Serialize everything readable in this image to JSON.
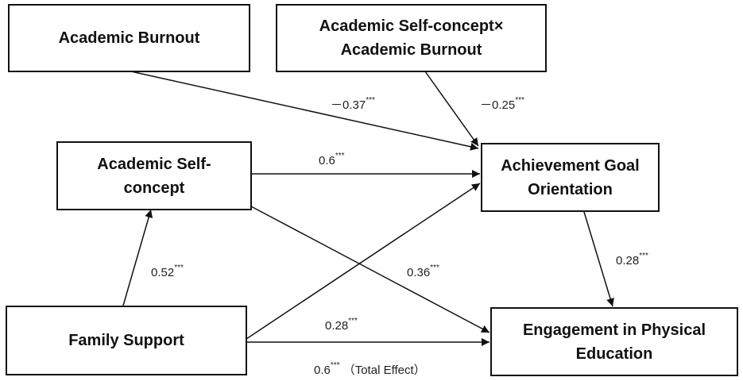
{
  "nodes": {
    "burnout": {
      "lines": [
        "Academic Burnout"
      ]
    },
    "interaction": {
      "lines": [
        "Academic Self-concept×",
        "Academic Burnout"
      ]
    },
    "self_concept": {
      "lines": [
        "Academic Self-",
        "concept"
      ]
    },
    "achievement": {
      "lines": [
        "Achievement Goal",
        "Orientation"
      ]
    },
    "family": {
      "lines": [
        "Family Support"
      ]
    },
    "engagement": {
      "lines": [
        "Engagement in Physical",
        "Education"
      ]
    }
  },
  "paths": {
    "burnout_to_achievement": {
      "value": "－0.37",
      "sig": "***"
    },
    "interaction_to_achievement": {
      "value": "－0.25",
      "sig": "***"
    },
    "self_concept_to_achievement": {
      "value": "0.6",
      "sig": "***"
    },
    "achievement_to_engagement": {
      "value": "0.28",
      "sig": "***"
    },
    "family_to_self_concept": {
      "value": "0.52",
      "sig": "***"
    },
    "self_concept_to_engagement": {
      "value": "0.36",
      "sig": "***"
    },
    "family_to_engagement": {
      "value": "0.28",
      "sig": "***"
    },
    "total_effect": {
      "value": "0.6",
      "sig": "***",
      "note": "（Total Effect）"
    }
  }
}
